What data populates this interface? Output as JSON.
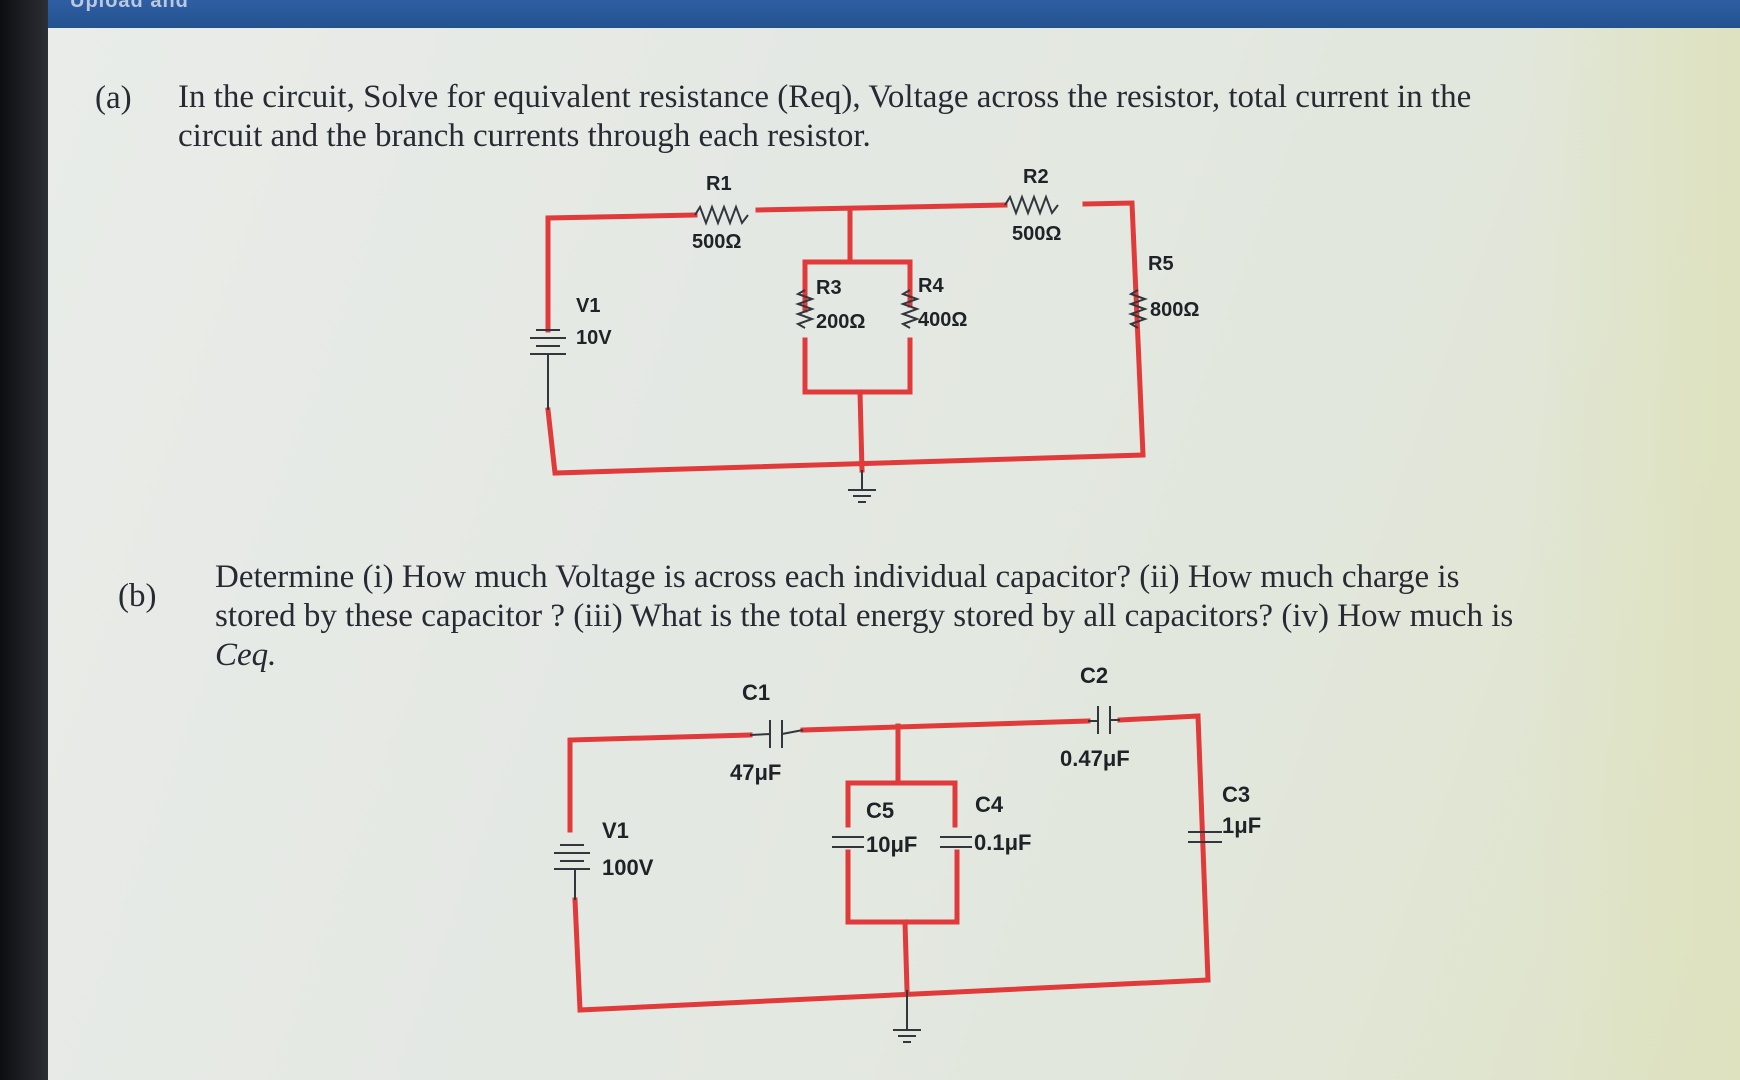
{
  "header": {
    "title": "Upload and"
  },
  "part_a": {
    "marker": "(a)",
    "question": "In the circuit, Solve for equivalent resistance (Req), Voltage across the resistor, total current in the circuit and the branch currents through each resistor.",
    "components": {
      "v1_name": "V1",
      "v1_value": "10V",
      "r1_name": "R1",
      "r1_value": "500Ω",
      "r2_name": "R2",
      "r2_value": "500Ω",
      "r3_name": "R3",
      "r3_value": "200Ω",
      "r4_name": "R4",
      "r4_value": "400Ω",
      "r5_name": "R5",
      "r5_value": "800Ω"
    }
  },
  "part_b": {
    "marker": "(b)",
    "question_intro": "Determine (i) How much Voltage is across each individual capacitor? (ii) How much charge is stored by these capacitor ? (iii) What is the total energy stored by all capacitors? (iv) How much is ",
    "question_ceq": "Ceq.",
    "components": {
      "v1_name": "V1",
      "v1_value": "100V",
      "c1_name": "C1",
      "c1_value": "47μF",
      "c2_name": "C2",
      "c2_value": "0.47μF",
      "c3_name": "C3",
      "c3_value": "1μF",
      "c4_name": "C4",
      "c4_value": "0.1μF",
      "c5_name": "C5",
      "c5_value": "10μF"
    }
  },
  "colors": {
    "wire": "#e03a3a",
    "text": "#262a33",
    "header": "#2a5a9c"
  }
}
